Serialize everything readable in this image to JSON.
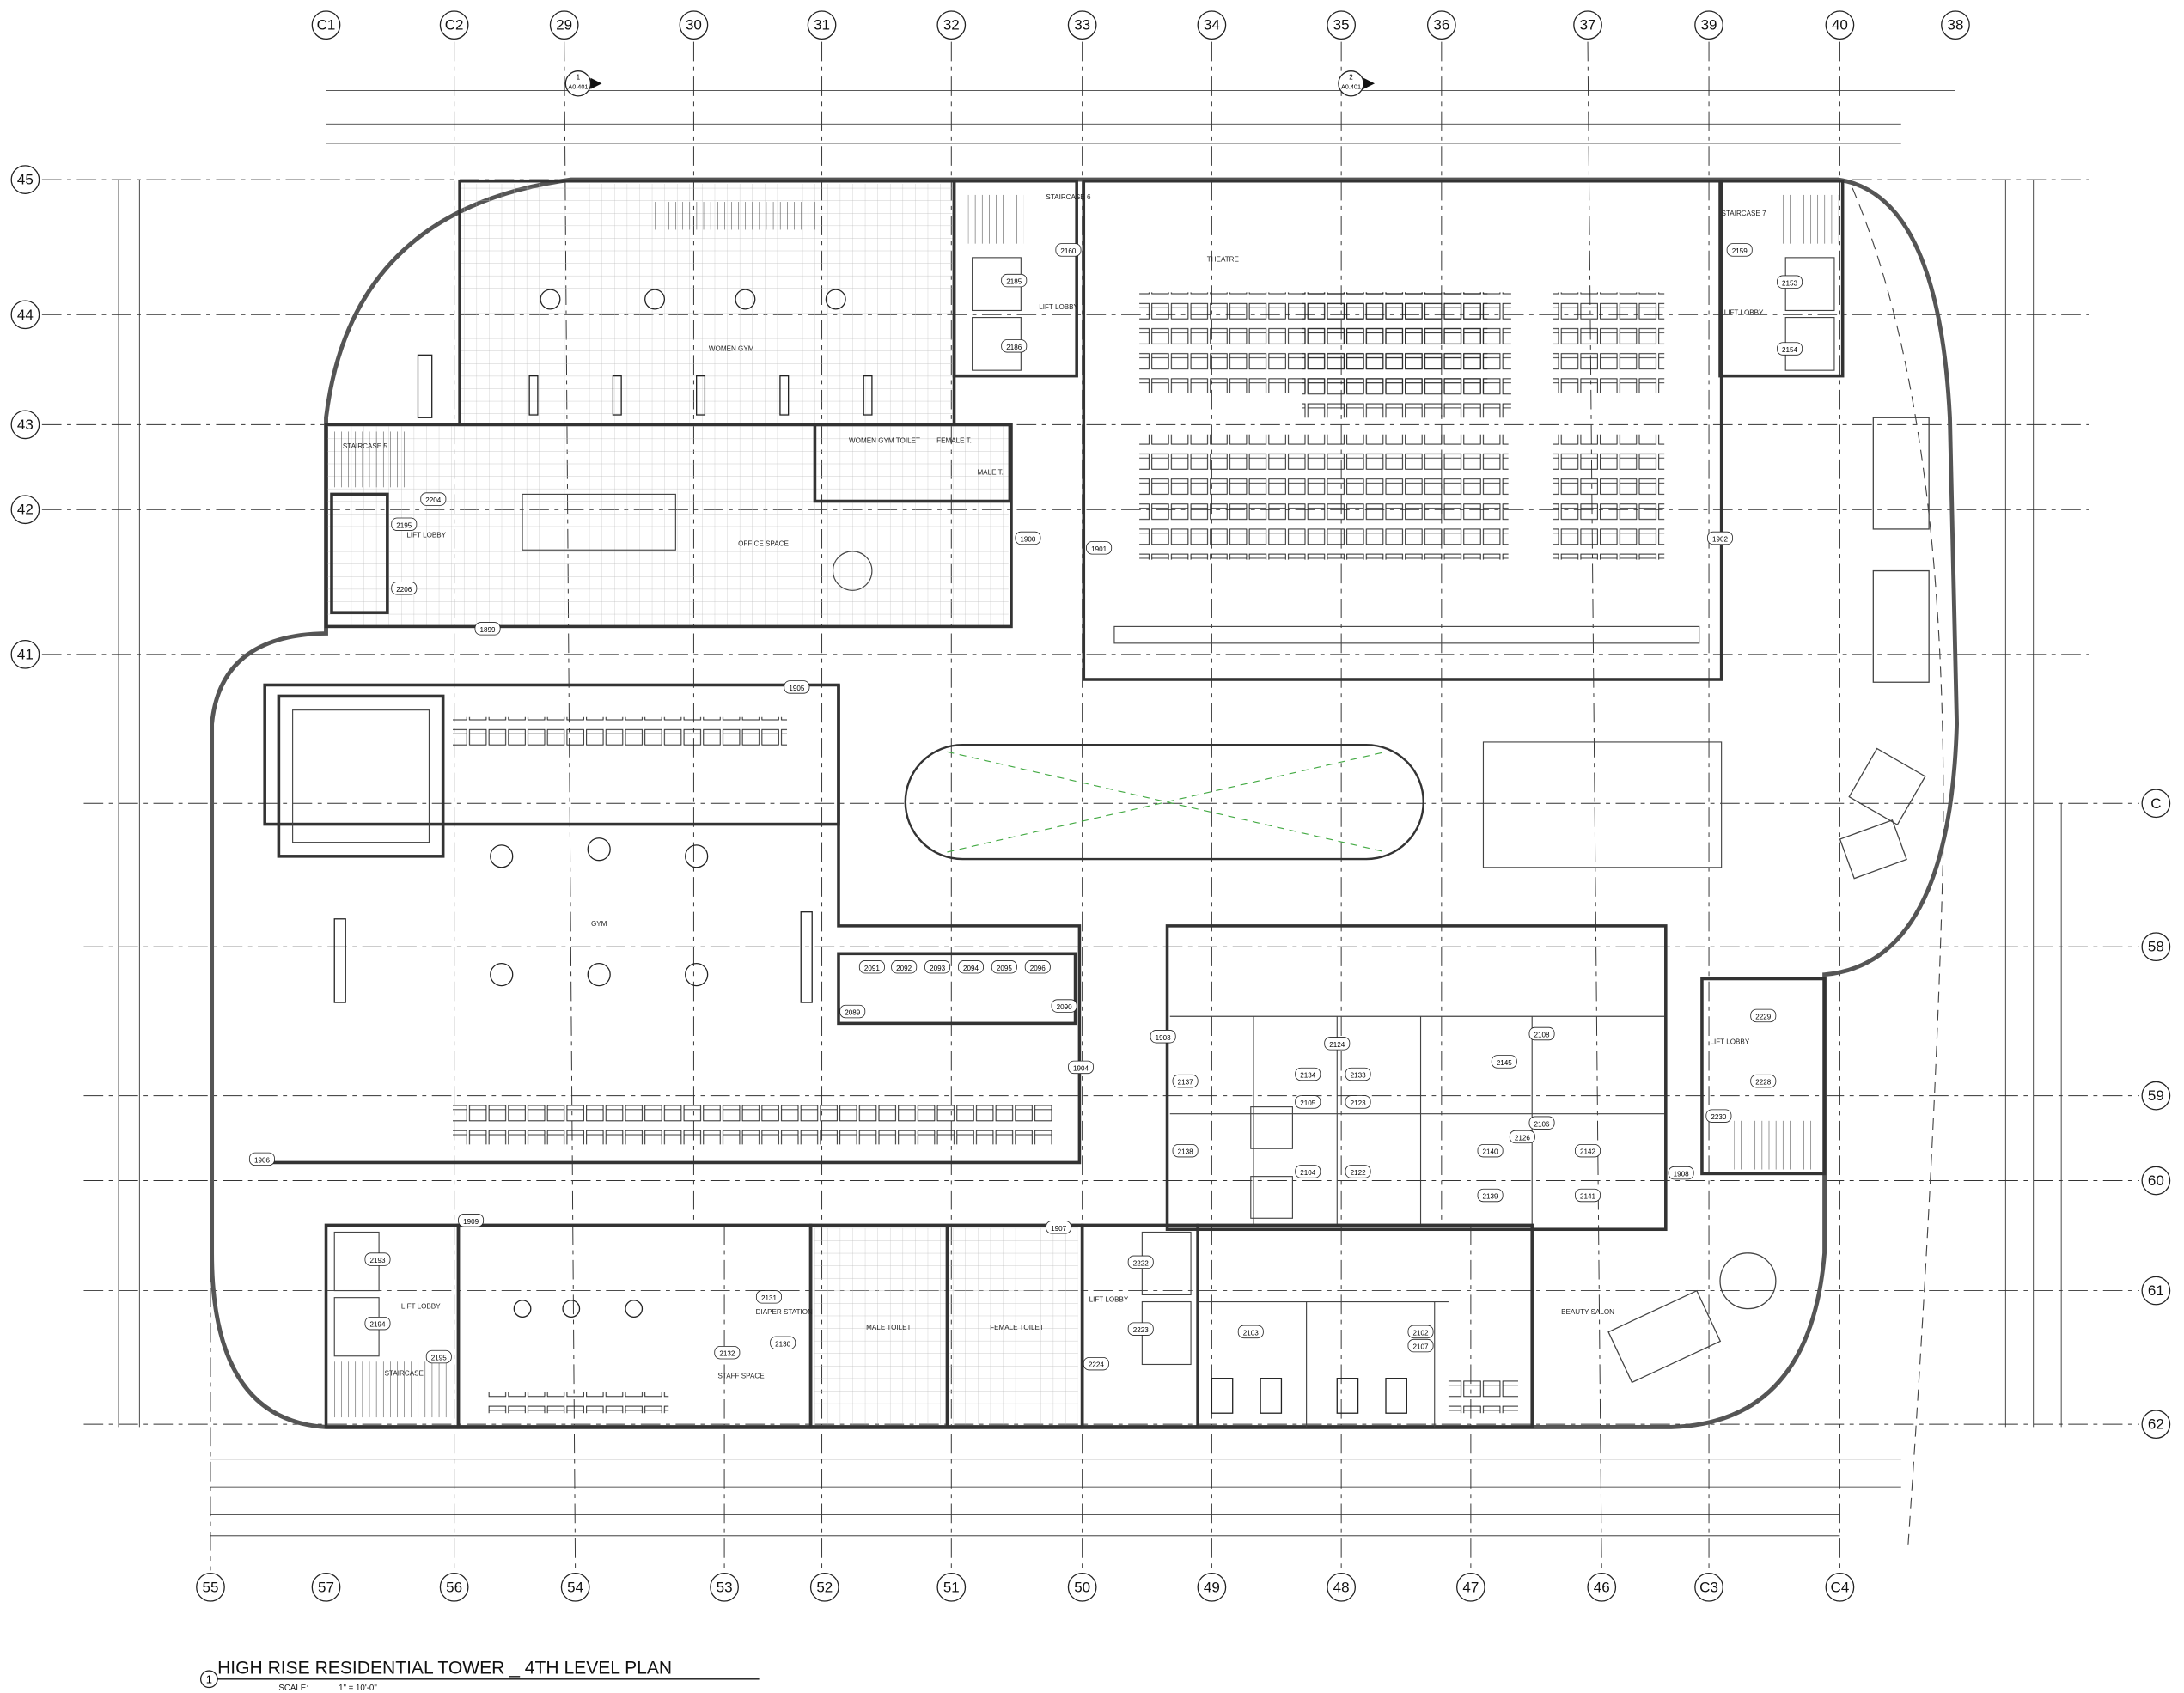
{
  "drawing": {
    "title": "HIGH RISE RESIDENTIAL TOWER _ 4TH LEVEL PLAN",
    "view_number": "1",
    "scale_label": "SCALE:",
    "scale_value": "1\" = 10'-0\"",
    "section_marks": [
      {
        "num": "1",
        "sheet": "A0.401"
      },
      {
        "num": "2",
        "sheet": "A0.401"
      }
    ]
  },
  "grid": {
    "top": [
      "C1",
      "C2",
      "29",
      "30",
      "31",
      "32",
      "33",
      "34",
      "35",
      "36",
      "37",
      "39",
      "40",
      "38"
    ],
    "bottom": [
      "55",
      "57",
      "56",
      "54",
      "53",
      "52",
      "51",
      "50",
      "49",
      "48",
      "47",
      "46",
      "C3",
      "C4"
    ],
    "left": [
      "45",
      "44",
      "43",
      "42",
      "41"
    ],
    "right": [
      "C",
      "58",
      "59",
      "60",
      "61",
      "62"
    ]
  },
  "rooms": [
    "WOMEN GYM",
    "OFFICE SPACE",
    "STAIRCASE 5",
    "LIFT LOBBY",
    "THEATRE",
    "STAIRCASE 6",
    "LIFT LOBBY",
    "STAIRCASE 7",
    "LIFT LOBBY",
    "WOMEN GYM TOILET",
    "FEMALE T.",
    "MALE T.",
    "GYM",
    "LIFT LOBBY",
    "DIAPER STATION",
    "STAFF SPACE",
    "MALE TOILET",
    "FEMALE TOILET",
    "LIFT LOBBY",
    "BEAUTY SALON",
    "LIFT LOBBY",
    "STAIRCASE"
  ],
  "door_tags": [
    "2160",
    "2185",
    "2186",
    "2159",
    "2153",
    "2154",
    "2204",
    "2195",
    "2206",
    "1899",
    "1900",
    "1901",
    "1902",
    "1905",
    "1903",
    "1904",
    "1906",
    "1908",
    "2091",
    "2092",
    "2093",
    "2094",
    "2095",
    "2096",
    "2090",
    "2089",
    "1909",
    "2131",
    "2130",
    "2132",
    "1907",
    "2222",
    "2223",
    "2224",
    "2108",
    "2105",
    "2106",
    "2142",
    "2141",
    "2139",
    "2140",
    "2137",
    "2138",
    "2104",
    "2122",
    "2123",
    "2124",
    "2133",
    "2134",
    "2126",
    "2145",
    "2229",
    "2230",
    "2228",
    "2103",
    "2102",
    "2107",
    "2193",
    "2194",
    "2195"
  ]
}
